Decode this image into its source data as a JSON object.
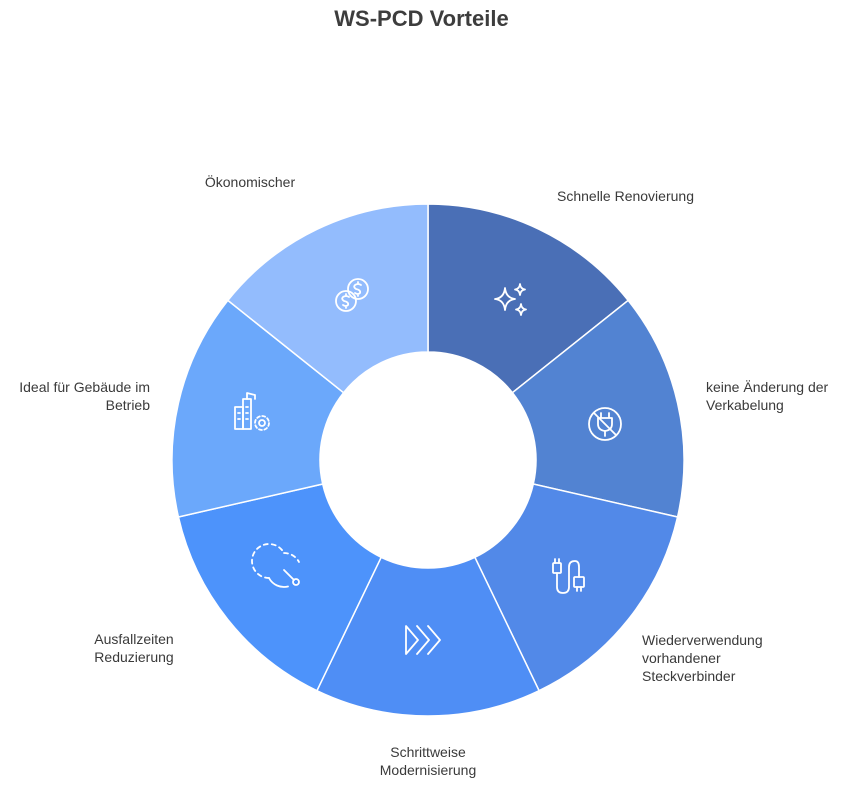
{
  "title": "WS-PCD Vorteile",
  "segments": [
    {
      "label_lines": [
        "Schnelle Renovierung"
      ],
      "icon": "sparkles-icon",
      "color": "#4a6fb6"
    },
    {
      "label_lines": [
        "keine Änderung der",
        "Verkabelung"
      ],
      "icon": "no-plug-icon",
      "color": "#5283d2"
    },
    {
      "label_lines": [
        "Wiederverwendung",
        "vorhandener",
        "Steckverbinder"
      ],
      "icon": "connector-icon",
      "color": "#5289e8"
    },
    {
      "label_lines": [
        "Schrittweise",
        "Modernisierung"
      ],
      "icon": "fast-forward-icon",
      "color": "#4f8ef5"
    },
    {
      "label_lines": [
        "Ausfallzeiten",
        "Reduzierung"
      ],
      "icon": "timer-icon",
      "color": "#4d93fb"
    },
    {
      "label_lines": [
        "Ideal für Gebäude im",
        "Betrieb"
      ],
      "icon": "building-gear-icon",
      "color": "#6ba8fb"
    },
    {
      "label_lines": [
        "Ökonomischer"
      ],
      "icon": "coins-icon",
      "color": "#93bcfd"
    }
  ]
}
